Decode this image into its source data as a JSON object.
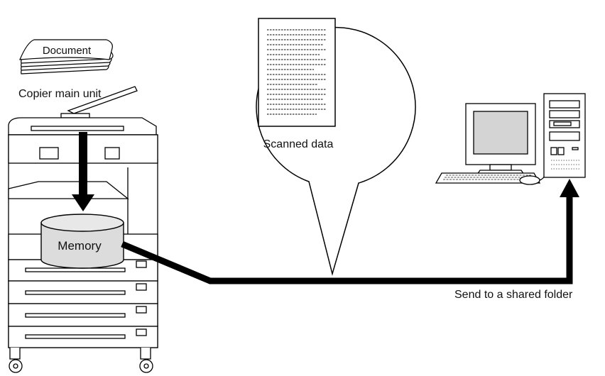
{
  "labels": {
    "document": "Document",
    "copier_main_unit": "Copier main unit",
    "memory": "Memory",
    "scanned_data": "Scanned data",
    "send_to_shared_folder": "Send to a shared folder"
  },
  "colors": {
    "line": "#000000",
    "screen": "#d4d4d4",
    "cylinder": "#dcdcdc",
    "paper": "#ffffff"
  }
}
